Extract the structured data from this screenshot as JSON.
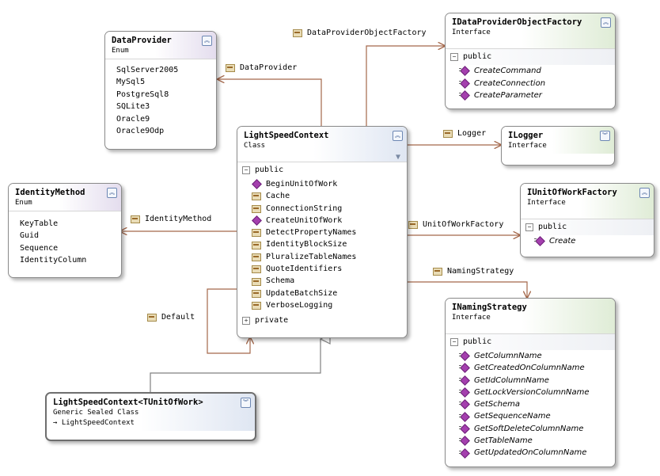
{
  "classes": {
    "data_provider": {
      "name": "DataProvider",
      "kind": "Enum",
      "values": [
        "SqlServer2005",
        "MySql5",
        "PostgreSql8",
        "SQLite3",
        "Oracle9",
        "Oracle9Odp"
      ]
    },
    "identity_method": {
      "name": "IdentityMethod",
      "kind": "Enum",
      "values": [
        "KeyTable",
        "Guid",
        "Sequence",
        "IdentityColumn"
      ]
    },
    "lightspeed_context": {
      "name": "LightSpeedContext",
      "kind": "Class",
      "public_label": "public",
      "private_label": "private",
      "members": [
        "BeginUnitOfWork",
        "Cache",
        "ConnectionString",
        "CreateUnitOfWork",
        "DetectPropertyNames",
        "IdentityBlockSize",
        "PluralizeTableNames",
        "QuoteIdentifiers",
        "Schema",
        "UpdateBatchSize",
        "VerboseLogging"
      ]
    },
    "data_provider_object_factory": {
      "name": "IDataProviderObjectFactory",
      "kind": "Interface",
      "public_label": "public",
      "methods": [
        "CreateCommand",
        "CreateConnection",
        "CreateParameter"
      ]
    },
    "logger": {
      "name": "ILogger",
      "kind": "Interface"
    },
    "unit_of_work_factory": {
      "name": "IUnitOfWorkFactory",
      "kind": "Interface",
      "public_label": "public",
      "methods": [
        "Create"
      ]
    },
    "naming_strategy": {
      "name": "INamingStrategy",
      "kind": "Interface",
      "public_label": "public",
      "methods": [
        "GetColumnName",
        "GetCreatedOnColumnName",
        "GetIdColumnName",
        "GetLockVersionColumnName",
        "GetSchema",
        "GetSequenceName",
        "GetSoftDeleteColumnName",
        "GetTableName",
        "GetUpdatedOnColumnName"
      ]
    },
    "generic_context": {
      "name": "LightSpeedContext<TUnitOfWork>",
      "kind": "Generic Sealed Class",
      "base": "LightSpeedContext"
    }
  },
  "associations": {
    "data_provider_object_factory": "DataProviderObjectFactory",
    "data_provider": "DataProvider",
    "logger": "Logger",
    "identity_method": "IdentityMethod",
    "unit_of_work_factory": "UnitOfWorkFactory",
    "naming_strategy": "NamingStrategy",
    "default": "Default"
  },
  "icons": {
    "property": "property-icon",
    "method": "method-icon",
    "collapse": "chevron-up-icon",
    "expand": "chevron-down-icon",
    "filter": "filter-icon"
  },
  "colors": {
    "association_line": "#a4674a",
    "inheritance_line": "#808080",
    "enum_header": "#e4ddee",
    "class_header": "#dfe6f2",
    "interface_header": "#dfecd6"
  }
}
